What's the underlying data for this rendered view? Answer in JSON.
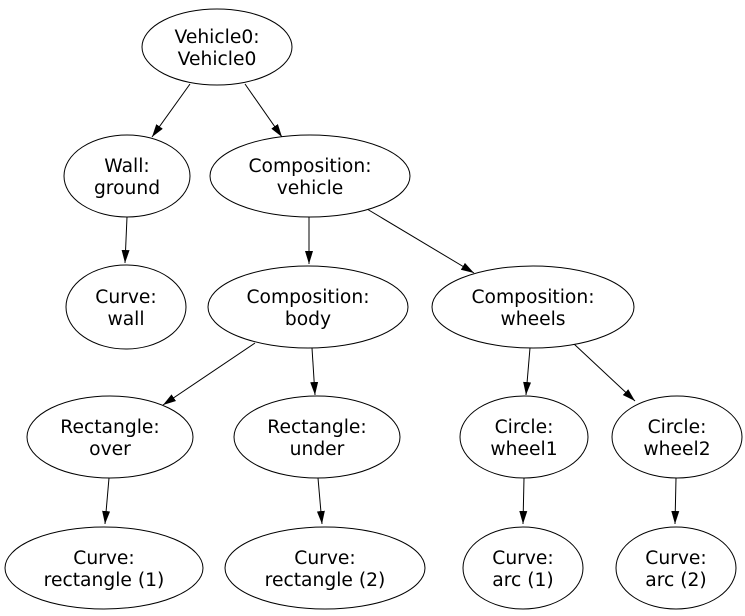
{
  "diagram": {
    "type": "directed-graph",
    "background_color": "#ffffff",
    "node_fill_color": "#ffffff",
    "node_stroke_color": "#000000",
    "edge_color": "#000000",
    "text_color": "#000000",
    "nodes": [
      {
        "id": "vehicle0",
        "line1": "Vehicle0:",
        "line2": "Vehicle0"
      },
      {
        "id": "wall-ground",
        "line1": "Wall:",
        "line2": "ground"
      },
      {
        "id": "composition-vehicle",
        "line1": "Composition:",
        "line2": "vehicle"
      },
      {
        "id": "curve-wall",
        "line1": "Curve:",
        "line2": "wall"
      },
      {
        "id": "composition-body",
        "line1": "Composition:",
        "line2": "body"
      },
      {
        "id": "composition-wheels",
        "line1": "Composition:",
        "line2": "wheels"
      },
      {
        "id": "rectangle-over",
        "line1": "Rectangle:",
        "line2": "over"
      },
      {
        "id": "rectangle-under",
        "line1": "Rectangle:",
        "line2": "under"
      },
      {
        "id": "circle-wheel1",
        "line1": "Circle:",
        "line2": "wheel1"
      },
      {
        "id": "circle-wheel2",
        "line1": "Circle:",
        "line2": "wheel2"
      },
      {
        "id": "curve-rectangle-1",
        "line1": "Curve:",
        "line2": "rectangle (1)"
      },
      {
        "id": "curve-rectangle-2",
        "line1": "Curve:",
        "line2": "rectangle (2)"
      },
      {
        "id": "curve-arc-1",
        "line1": "Curve:",
        "line2": "arc (1)"
      },
      {
        "id": "curve-arc-2",
        "line1": "Curve:",
        "line2": "arc (2)"
      }
    ],
    "edges": [
      {
        "from": "vehicle0",
        "to": "wall-ground"
      },
      {
        "from": "vehicle0",
        "to": "composition-vehicle"
      },
      {
        "from": "wall-ground",
        "to": "curve-wall"
      },
      {
        "from": "composition-vehicle",
        "to": "composition-body"
      },
      {
        "from": "composition-vehicle",
        "to": "composition-wheels"
      },
      {
        "from": "composition-body",
        "to": "rectangle-over"
      },
      {
        "from": "composition-body",
        "to": "rectangle-under"
      },
      {
        "from": "composition-wheels",
        "to": "circle-wheel1"
      },
      {
        "from": "composition-wheels",
        "to": "circle-wheel2"
      },
      {
        "from": "rectangle-over",
        "to": "curve-rectangle-1"
      },
      {
        "from": "rectangle-under",
        "to": "curve-rectangle-2"
      },
      {
        "from": "circle-wheel1",
        "to": "curve-arc-1"
      },
      {
        "from": "circle-wheel2",
        "to": "curve-arc-2"
      }
    ]
  }
}
